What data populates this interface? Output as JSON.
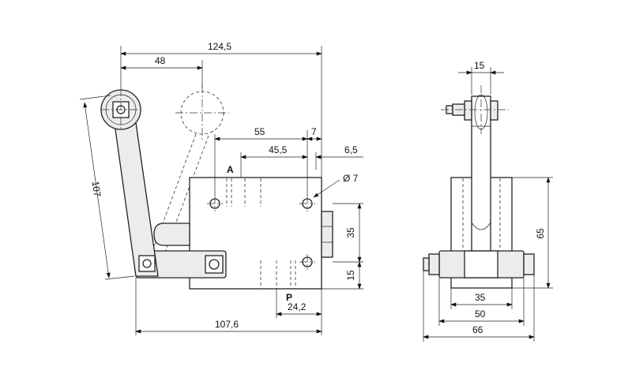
{
  "side_view": {
    "dims": {
      "overall_length": "124,5",
      "lever_offset": "48",
      "port_spacing": "55",
      "port_edge_top": "7",
      "port_offset": "45,5",
      "edge_offset": "6,5",
      "hole_diameter": "Ø 7",
      "hole_spacing": "35",
      "bottom_offset": "15",
      "port_p_offset": "24,2",
      "base_length": "107,6",
      "arm_length": "107"
    },
    "ports": {
      "a": "A",
      "p": "P"
    }
  },
  "front_view": {
    "dims": {
      "roller_width": "15",
      "body_height": "65",
      "inner_width": "35",
      "mid_width": "50",
      "overall_width": "66"
    }
  }
}
